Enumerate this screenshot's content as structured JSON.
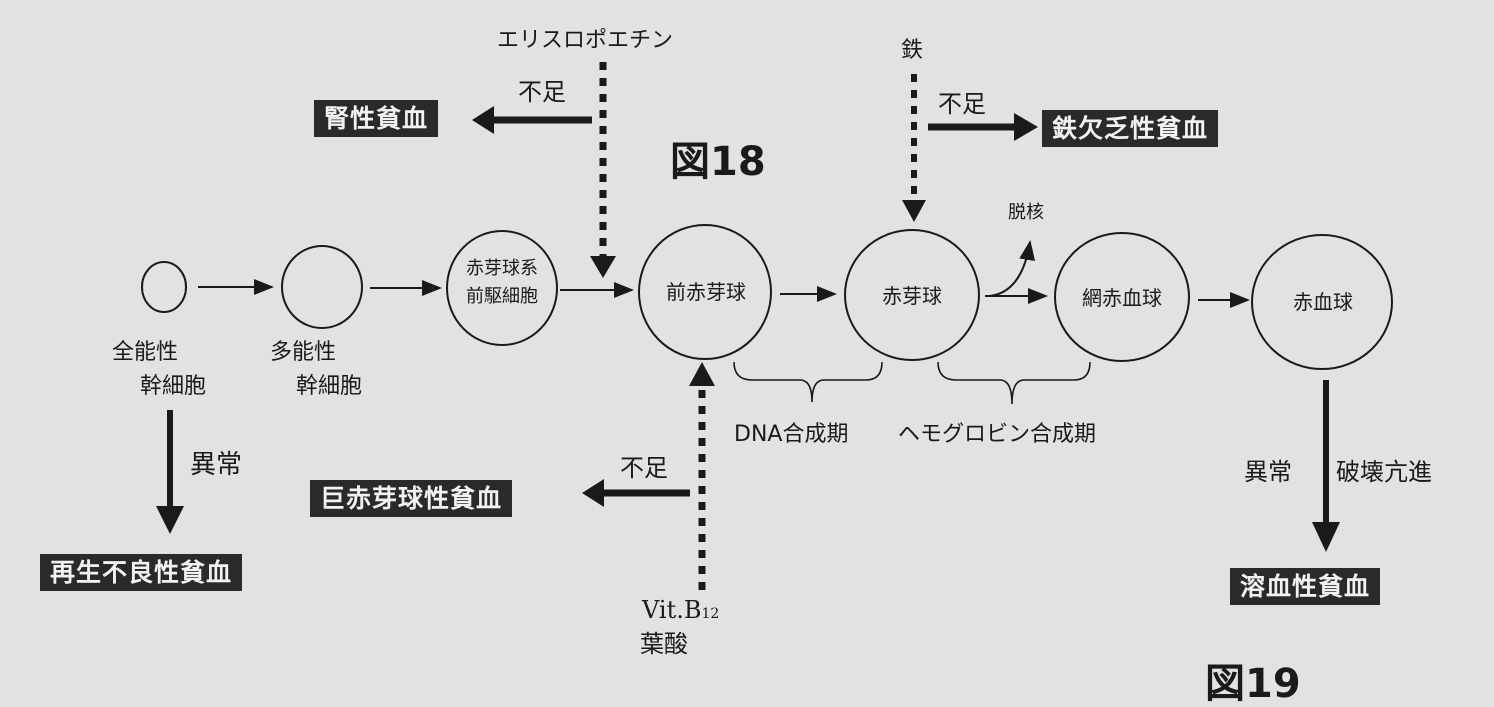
{
  "figure": {
    "label": "図18",
    "next_label": "図19"
  },
  "cells": [
    {
      "id": "totipotent",
      "name": "",
      "caption": [
        "全能性",
        "幹細胞"
      ]
    },
    {
      "id": "multipotent",
      "name": "",
      "caption": [
        "多能性",
        "幹細胞"
      ]
    },
    {
      "id": "bfu",
      "name": "",
      "caption": [],
      "lines": [
        "赤芽球系",
        "前駆細胞"
      ]
    },
    {
      "id": "proerythroblast",
      "name": "前赤芽球"
    },
    {
      "id": "erythroblast",
      "name": "赤芽球"
    },
    {
      "id": "reticulocyte",
      "name": "網赤血球"
    },
    {
      "id": "erythrocyte",
      "name": "赤血球"
    }
  ],
  "factors": {
    "erythropoietin": "エリスロポエチン",
    "iron": "鉄",
    "vitb12": "Vit.B",
    "vitb12_sub": "12",
    "folate": "葉酸"
  },
  "conditions": {
    "deficiency": "不足",
    "abnormal": "異常",
    "destruction": "破壊亢進",
    "enucleation": "脱核"
  },
  "phases": {
    "dna": "DNA合成期",
    "hemoglobin": "ヘモグロビン合成期"
  },
  "anemias": {
    "renal": "腎性貧血",
    "iron_deficiency": "鉄欠乏性貧血",
    "megaloblastic": "巨赤芽球性貧血",
    "aplastic": "再生不良性貧血",
    "hemolytic": "溶血性貧血"
  }
}
